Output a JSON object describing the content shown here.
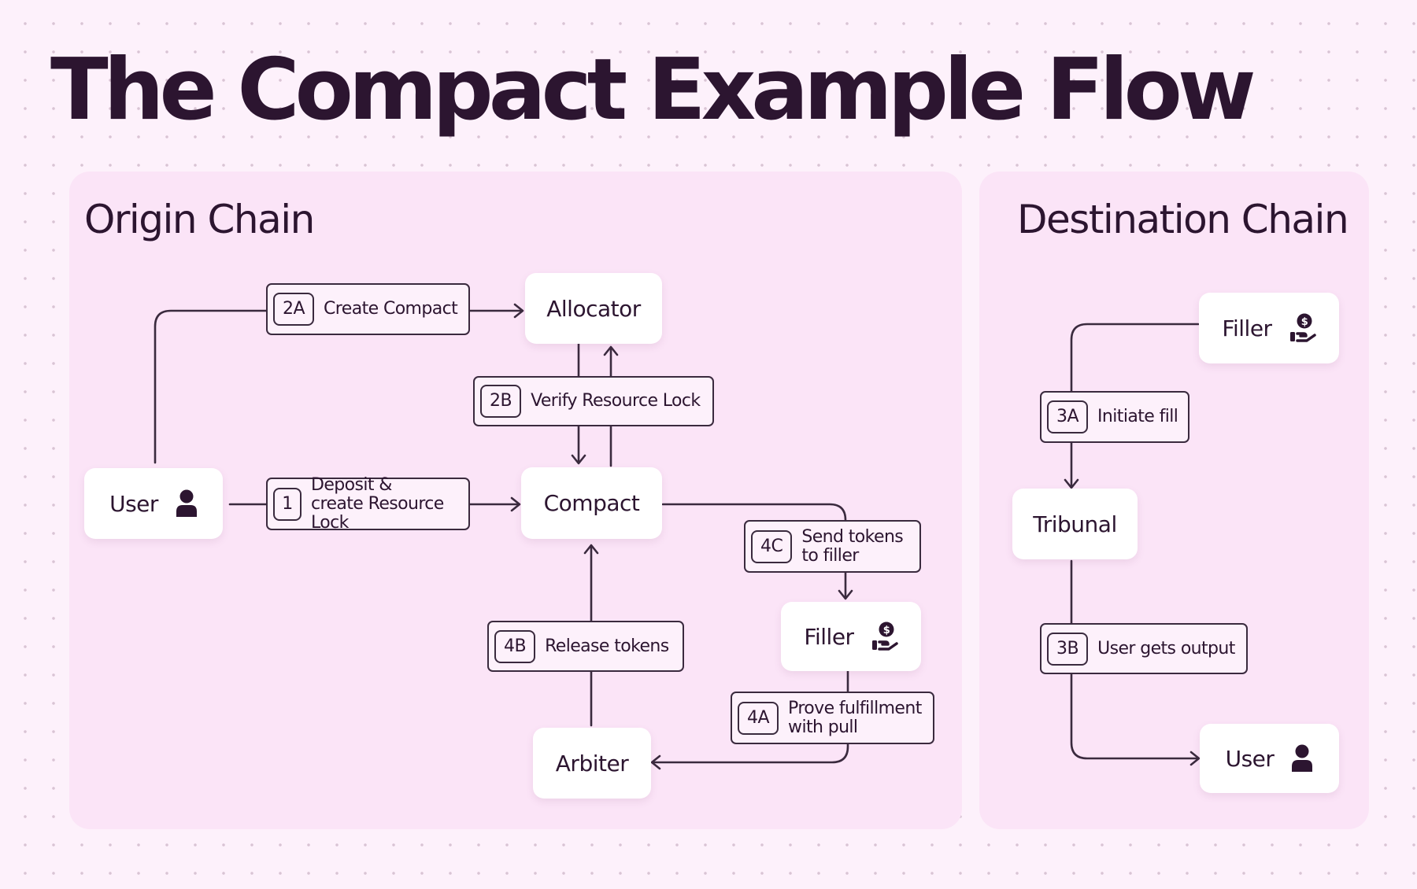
{
  "title": "The Compact Example Flow",
  "colors": {
    "ink": "#2c1530",
    "panel": "#fbe4f7",
    "background": "#fdf1fb",
    "node": "#ffffff"
  },
  "origin_chain": {
    "title": "Origin Chain",
    "nodes": {
      "user": {
        "label": "User",
        "icon": "user-icon"
      },
      "allocator": {
        "label": "Allocator"
      },
      "compact": {
        "label": "Compact"
      },
      "filler": {
        "label": "Filler",
        "icon": "hand-coin-icon"
      },
      "arbiter": {
        "label": "Arbiter"
      }
    },
    "steps": {
      "s1": {
        "badge": "1",
        "label": "Deposit & create Resource Lock"
      },
      "s2a": {
        "badge": "2A",
        "label": "Create Compact"
      },
      "s2b": {
        "badge": "2B",
        "label": "Verify Resource Lock"
      },
      "s4a": {
        "badge": "4A",
        "label": "Prove fulfillment with pull"
      },
      "s4b": {
        "badge": "4B",
        "label": "Release tokens"
      },
      "s4c": {
        "badge": "4C",
        "label": "Send tokens to filler"
      }
    }
  },
  "destination_chain": {
    "title": "Destination Chain",
    "nodes": {
      "filler": {
        "label": "Filler",
        "icon": "hand-coin-icon"
      },
      "tribunal": {
        "label": "Tribunal"
      },
      "user": {
        "label": "User",
        "icon": "user-icon"
      }
    },
    "steps": {
      "s3a": {
        "badge": "3A",
        "label": "Initiate fill"
      },
      "s3b": {
        "badge": "3B",
        "label": "User gets output"
      }
    }
  }
}
